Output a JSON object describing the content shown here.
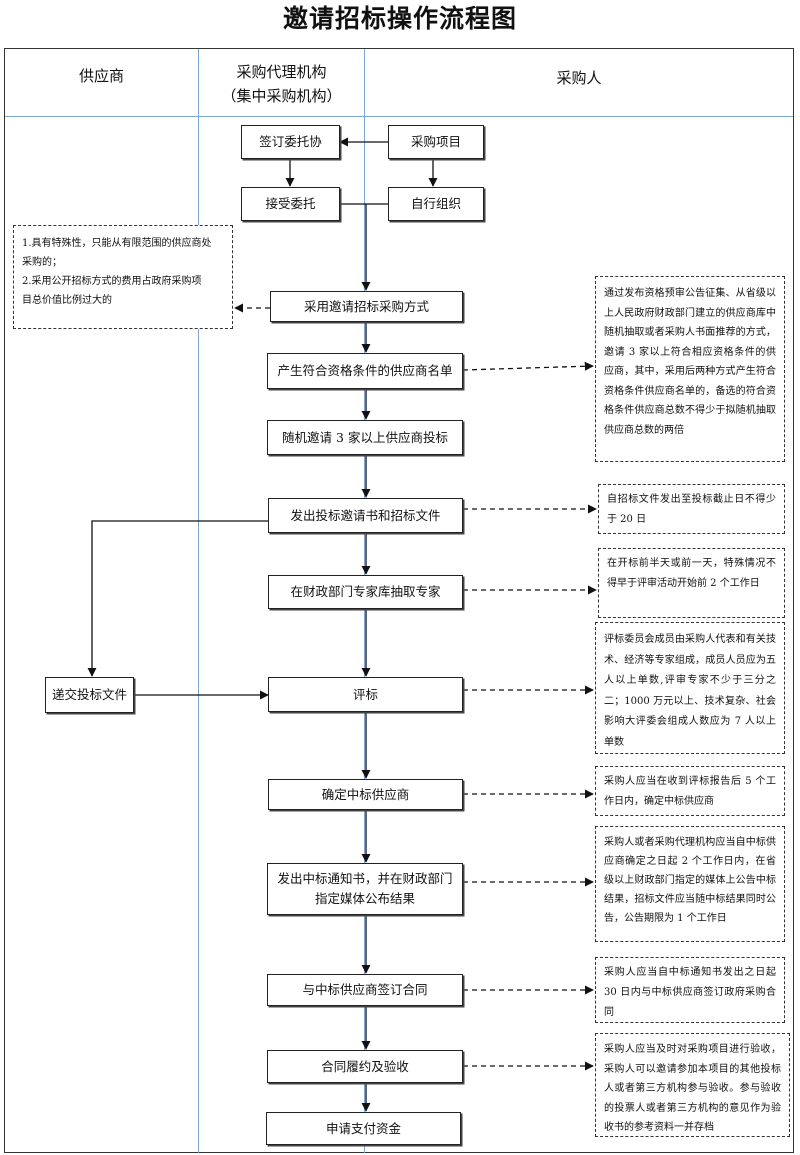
{
  "title": "邀请招标操作流程图",
  "lanes": {
    "supplier": "供应商",
    "agency_line1": "采购代理机构",
    "agency_line2": "（集中采购机构）",
    "purchaser": "采购人"
  },
  "boxes": {
    "sign_entrust": "签订委托协",
    "project": "采购项目",
    "accept_entrust": "接受委托",
    "self_org": "自行组织",
    "use_invite": "采用邀请招标采购方式",
    "list": "产生符合资格条件的供应商名单",
    "random_invite": "随机邀请 3 家以上供应商投标",
    "send_docs": "发出投标邀请书和招标文件",
    "experts": "在财政部门专家库抽取专家",
    "submit_bid": "递交投标文件",
    "evaluate": "评标",
    "determine": "确定中标供应商",
    "notice_line1": "发出中标通知书，并在财政部门",
    "notice_line2": "指定媒体公布结果",
    "contract": "与中标供应商签订合同",
    "perform": "合同履约及验收",
    "payment": "申请支付资金"
  },
  "notes": {
    "conditions_line1": "1.具有特殊性，只能从有限范围的供应商处",
    "conditions_line2": "采购的；",
    "conditions_line3": "2.采用公开招标方式的费用占政府采购项",
    "conditions_line4": "目总价值比例过大的",
    "qualification": "通过发布资格预审公告征集、从省级以上人民政府财政部门建立的供应商库中随机抽取或者采购人书面推荐的方式，邀请 3 家以上符合相应资格条件的供应商，其中，采用后两种方式产生符合资格条件供应商名单的，备选的符合资格条件供应商总数不得少于拟随机抽取供应商总数的两倍",
    "deadline": "自招标文件发出至投标截止日不得少于 20 日",
    "expert_time": "在开标前半天或前一天，特殊情况不得早于评审活动开始前 2 个工作日",
    "committee": "评标委员会成员由采购人代表和有关技术、经济等专家组成，成员人员应为五人以上单数,评审专家不少于三分之二；1000 万元以上、技术复杂、社会影响大评委会组成人数应为 7 人以上单数",
    "confirm": "采购人应当在收到评标报告后 5 个工作日内，确定中标供应商",
    "publish": "采购人或者采购代理机构应当自中标供应商确定之日起 2 个工作日内，在省级以上财政部门指定的媒体上公告中标结果，招标文件应当随中标结果同时公告，公告期限为 1 个工作日",
    "sign": "采购人应当自中标通知书发出之日起 30 日内与中标供应商签订政府采购合同",
    "acceptance": "采购人应当及时对采购项目进行验收，采购人可以邀请参加本项目的其他投标人或者第三方机构参与验收。参与验收的投票人或者第三方机构的意见作为验收书的参考资料一并存档"
  }
}
